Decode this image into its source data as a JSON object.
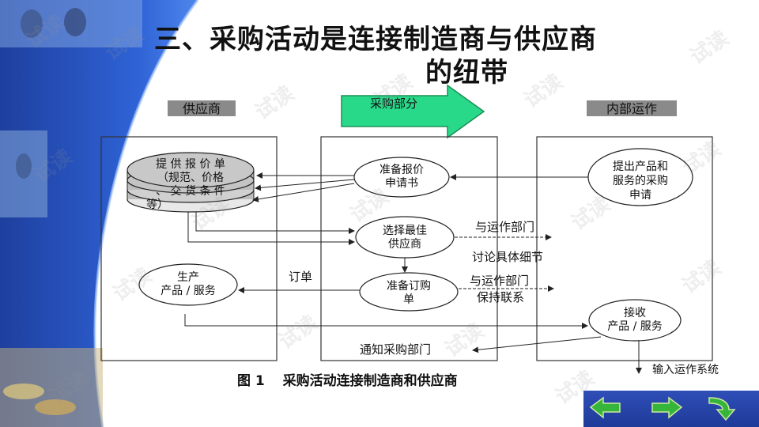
{
  "title": {
    "line1": "三、采购活动是连接制造商与供应商",
    "line2": "的纽带"
  },
  "sections": {
    "supplier": "供应商",
    "purchasing": "采购部分",
    "internal": "内部运作"
  },
  "nodes": {
    "provide_quote": [
      "提 供 报 价 单",
      "（规范、价格",
      "、 交 货 条 件",
      "等）"
    ],
    "prepare_rfq": [
      "准备报价",
      "申请书"
    ],
    "propose_need": [
      "提出产品和",
      "服务的采购",
      "申请"
    ],
    "select_supplier": [
      "选择最佳",
      "供应商"
    ],
    "production": [
      "生产",
      "产品 / 服务"
    ],
    "prepare_order": [
      "准备订购",
      "单"
    ],
    "receive": [
      "接收",
      "产品 / 服务"
    ]
  },
  "edge_labels": {
    "ops_dept": "与运作部门",
    "discuss_details": "讨论具体细节",
    "order": "订单",
    "ops_dept_2": "与运作部门",
    "keep_contact": "保持联系",
    "notify": "通知采购部门",
    "input_system": "输入运作系统"
  },
  "caption": "图 1　 采购活动连接制造商和供应商",
  "watermark": "试读",
  "nav": {
    "prev_icon": "arrow-left-icon",
    "next_icon": "arrow-right-icon",
    "jump_icon": "curved-arrow-icon"
  },
  "colors": {
    "sidebar_blue": "#2a57c8",
    "header_band": "#3f5f9a",
    "big_arrow": "#29d98a",
    "nav_green": "#35b53a"
  }
}
